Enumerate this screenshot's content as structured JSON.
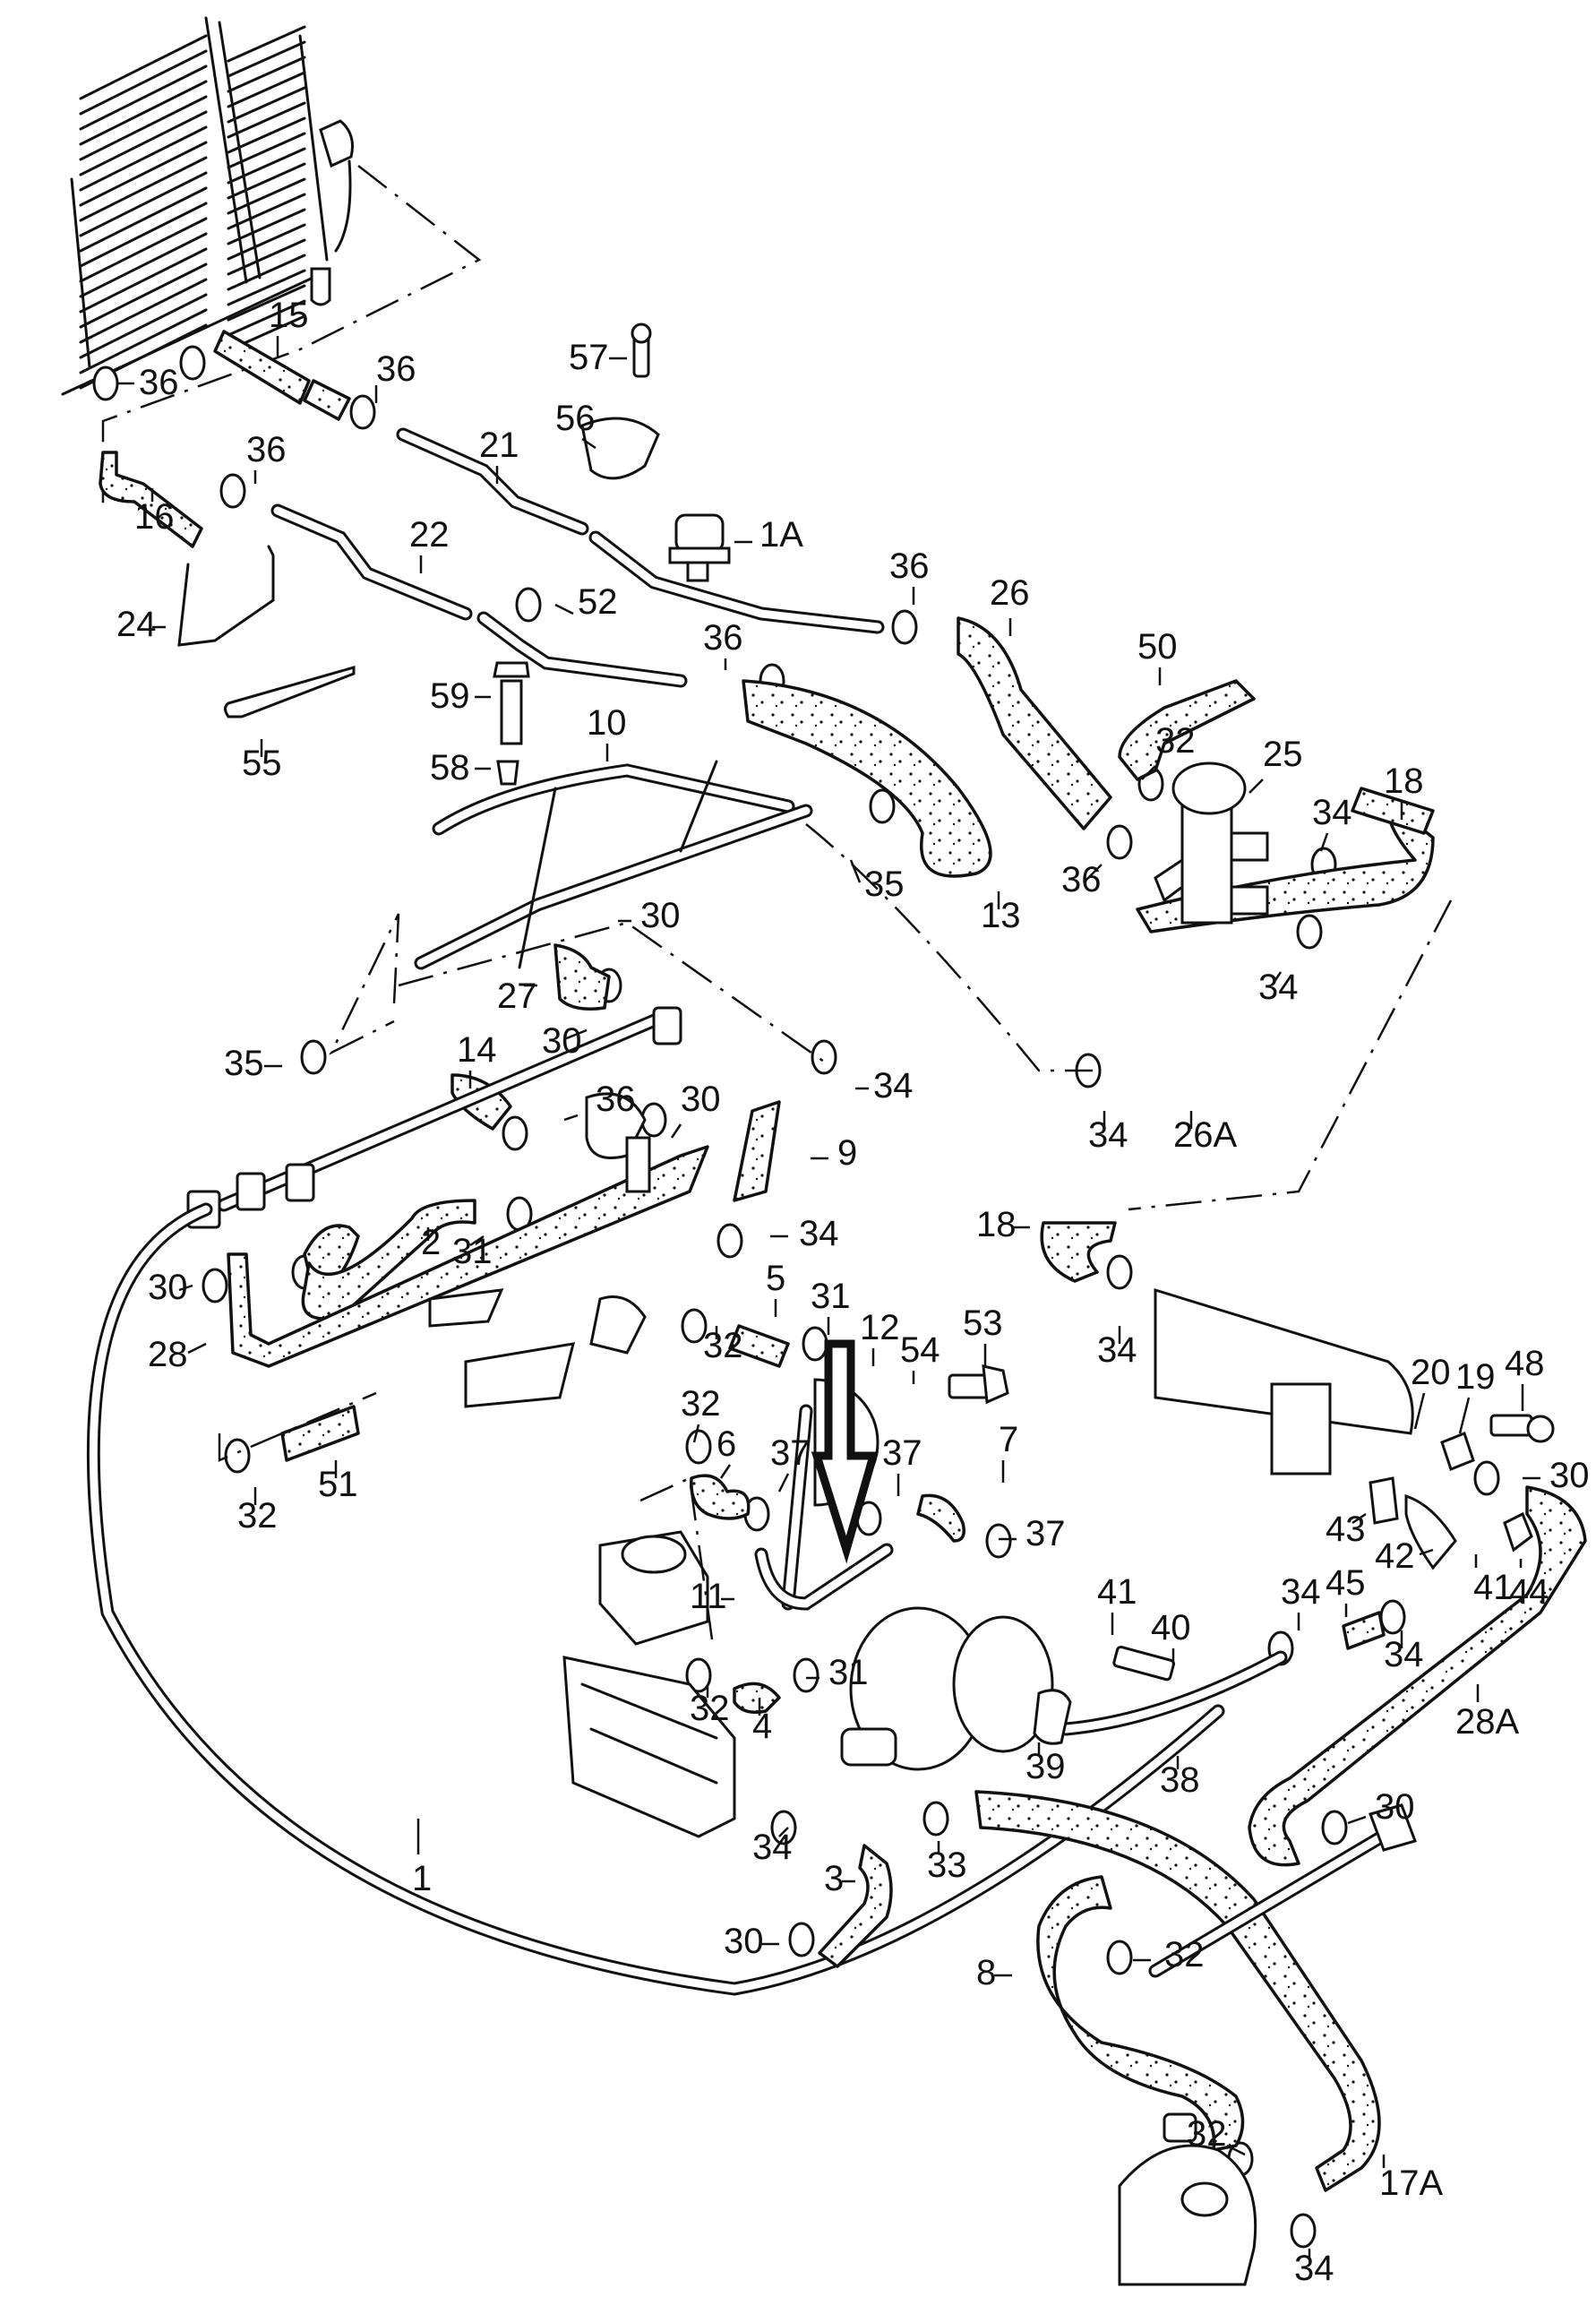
{
  "diagram": {
    "type": "exploded-parts-diagram",
    "subject": "Engine cooling system hoses and fittings",
    "callouts": [
      {
        "id": "1",
        "label": "1",
        "description": "coolant return pipe (long metal pipe)"
      },
      {
        "id": "1A",
        "label": "1A",
        "description": "pipe clip"
      },
      {
        "id": "2",
        "label": "2",
        "description": "hose"
      },
      {
        "id": "3",
        "label": "3",
        "description": "hose"
      },
      {
        "id": "4",
        "label": "4",
        "description": "hose"
      },
      {
        "id": "5",
        "label": "5",
        "description": "hose"
      },
      {
        "id": "6",
        "label": "6",
        "description": "hose"
      },
      {
        "id": "7",
        "label": "7",
        "description": "hose"
      },
      {
        "id": "8",
        "label": "8",
        "description": "hose"
      },
      {
        "id": "9",
        "label": "9",
        "description": "hose"
      },
      {
        "id": "10",
        "label": "10",
        "description": "pipe assembly"
      },
      {
        "id": "11",
        "label": "11",
        "description": "pipe"
      },
      {
        "id": "12",
        "label": "12",
        "description": "flange / pipe connection"
      },
      {
        "id": "13",
        "label": "13",
        "description": "hose"
      },
      {
        "id": "14",
        "label": "14",
        "description": "hose"
      },
      {
        "id": "15",
        "label": "15",
        "description": "hose"
      },
      {
        "id": "16",
        "label": "16",
        "description": "hose"
      },
      {
        "id": "17A",
        "label": "17A",
        "description": "hose"
      },
      {
        "id": "18",
        "label": "18",
        "description": "hose"
      },
      {
        "id": "19",
        "label": "19",
        "description": "connection piece"
      },
      {
        "id": "20",
        "label": "20",
        "description": "seal ring"
      },
      {
        "id": "21",
        "label": "21",
        "description": "pipe"
      },
      {
        "id": "22",
        "label": "22",
        "description": "pipe"
      },
      {
        "id": "24",
        "label": "24",
        "description": "bracket wire"
      },
      {
        "id": "25",
        "label": "25",
        "description": "distributor piece"
      },
      {
        "id": "26",
        "label": "26",
        "description": "hose"
      },
      {
        "id": "26A",
        "label": "26A",
        "description": "hose"
      },
      {
        "id": "27",
        "label": "27",
        "description": "hose"
      },
      {
        "id": "28",
        "label": "28",
        "description": "hose"
      },
      {
        "id": "28A",
        "label": "28A",
        "description": "hose"
      },
      {
        "id": "30",
        "label": "30",
        "description": "hose clamp"
      },
      {
        "id": "31",
        "label": "31",
        "description": "hose clamp"
      },
      {
        "id": "32",
        "label": "32",
        "description": "hose clamp"
      },
      {
        "id": "33",
        "label": "33",
        "description": "hose clamp"
      },
      {
        "id": "34",
        "label": "34",
        "description": "hose clamp"
      },
      {
        "id": "35",
        "label": "35",
        "description": "hose clamp"
      },
      {
        "id": "36",
        "label": "36",
        "description": "hose clamp"
      },
      {
        "id": "37",
        "label": "37",
        "description": "hose clamp"
      },
      {
        "id": "38",
        "label": "38",
        "description": "pipe"
      },
      {
        "id": "39",
        "label": "39",
        "description": "gasket"
      },
      {
        "id": "40",
        "label": "40",
        "description": "bolt"
      },
      {
        "id": "41",
        "label": "41",
        "description": "spring washer"
      },
      {
        "id": "42",
        "label": "42",
        "description": "connection elbow"
      },
      {
        "id": "43",
        "label": "43",
        "description": "gasket"
      },
      {
        "id": "44",
        "label": "44",
        "description": "nut"
      },
      {
        "id": "45",
        "label": "45",
        "description": "hose"
      },
      {
        "id": "48",
        "label": "48",
        "description": "stud / bolt"
      },
      {
        "id": "50",
        "label": "50",
        "description": "hose"
      },
      {
        "id": "51",
        "label": "51",
        "description": "hose"
      },
      {
        "id": "52",
        "label": "52",
        "description": "hose clamp"
      },
      {
        "id": "53",
        "label": "53",
        "description": "bolt"
      },
      {
        "id": "54",
        "label": "54",
        "description": "spring washer"
      },
      {
        "id": "55",
        "label": "55",
        "description": "cable tie"
      },
      {
        "id": "56",
        "label": "56",
        "description": "clamp"
      },
      {
        "id": "57",
        "label": "57",
        "description": "screw"
      },
      {
        "id": "58",
        "label": "58",
        "description": "grommet"
      },
      {
        "id": "59",
        "label": "59",
        "description": "bolt"
      }
    ],
    "labels": {
      "l15": "15",
      "l36a": "36",
      "l36b": "36",
      "l57": "57",
      "l56": "56",
      "l16": "16",
      "l36c": "36",
      "l21": "21",
      "l1A": "1A",
      "l22": "22",
      "l52": "52",
      "l24": "24",
      "l36d": "36",
      "l26": "26",
      "l36e": "36",
      "l50": "50",
      "l59": "59",
      "l10": "10",
      "l55": "55",
      "l58": "58",
      "l32a": "32",
      "l25": "25",
      "l35a": "35",
      "l13": "13",
      "l36f": "36",
      "l34a": "34",
      "l18a": "18",
      "l30a": "30",
      "l34b": "34",
      "l27": "27",
      "l30b": "30",
      "l35b": "35",
      "l14": "14",
      "l34c": "34",
      "l34d": "34",
      "l26A": "26A",
      "l36g": "36",
      "l30c": "30",
      "l9": "9",
      "l18b": "18",
      "l2": "2",
      "l31a": "31",
      "l34e": "34",
      "l30d": "30",
      "l5": "5",
      "l31b": "31",
      "l28": "28",
      "l32b": "32",
      "l12": "12",
      "l53": "53",
      "l54": "54",
      "l34f": "34",
      "l20": "20",
      "l19": "19",
      "l48": "48",
      "l32c": "32",
      "l51": "51",
      "l32d": "32",
      "l6": "6",
      "l37a": "37",
      "l37b": "37",
      "l7": "7",
      "l37c": "37",
      "l30e": "30",
      "l43": "43",
      "l42": "42",
      "l41a": "41",
      "l44": "44",
      "l11": "11",
      "l41b": "41",
      "l40": "40",
      "l34g": "34",
      "l45": "45",
      "l34h": "34",
      "l31c": "31",
      "l32e": "32",
      "l4": "4",
      "l39": "39",
      "l38": "38",
      "l28A": "28A",
      "l30f": "30",
      "l34i": "34",
      "l33": "33",
      "l3": "3",
      "l1": "1",
      "l32f": "32",
      "l30g": "30",
      "l8": "8",
      "l32g": "32",
      "l17A": "17A",
      "l34j": "34"
    }
  }
}
